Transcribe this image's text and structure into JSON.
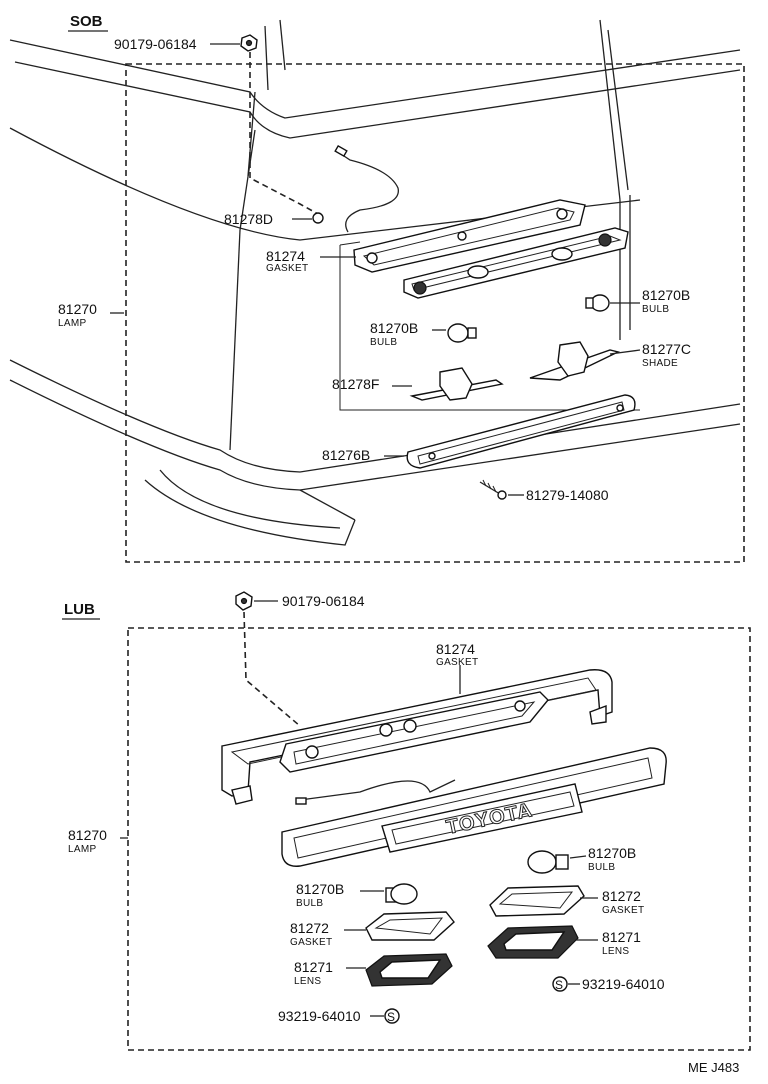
{
  "sob": {
    "heading": "SOB",
    "labels": {
      "nut_top": "90179-06184",
      "p81278d": "81278D",
      "p81274": "81274",
      "p81274_sub": "GASKET",
      "p81270_lamp": "81270",
      "p81270_lamp_sub": "LAMP",
      "p81270b_right": "81270B",
      "p81270b_right_sub": "BULB",
      "p81270b_left": "81270B",
      "p81270b_left_sub": "BULB",
      "p81277c": "81277C",
      "p81277c_sub": "SHADE",
      "p81278f": "81278F",
      "p81276b": "81276B",
      "screw": "81279-14080"
    }
  },
  "lub": {
    "heading": "LUB",
    "labels": {
      "nut_top": "90179-06184",
      "p81274": "81274",
      "p81274_sub": "GASKET",
      "p81270_lamp": "81270",
      "p81270_lamp_sub": "LAMP",
      "p81270b_right": "81270B",
      "p81270b_right_sub": "BULB",
      "p81270b_left": "81270B",
      "p81270b_left_sub": "BULB",
      "p81272_right": "81272",
      "p81272_right_sub": "GASKET",
      "p81272_left": "81272",
      "p81272_left_sub": "GASKET",
      "p81271_right": "81271",
      "p81271_right_sub": "LENS",
      "p81271_left": "81271",
      "p81271_left_sub": "LENS",
      "screw_right": "93219-64010",
      "screw_left": "93219-64010",
      "screw_symbol": "S",
      "emblem": "TOYOTA"
    }
  },
  "footer": {
    "code": "ME  J483"
  }
}
